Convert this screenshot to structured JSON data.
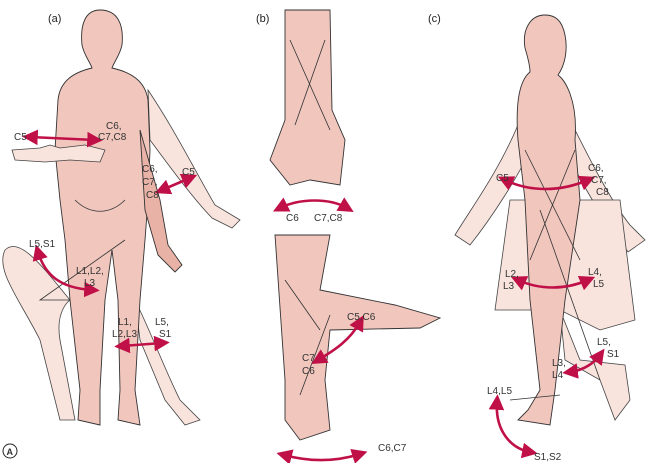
{
  "figure_badge": "A",
  "colors": {
    "arrow": "#c01048",
    "skin": "#f0c6bd",
    "skin_ghost": "#f8e3dd"
  },
  "panels": {
    "a": {
      "label": "(a)",
      "labels": [
        "C5",
        "C6,",
        "C7,C8",
        "C6,",
        "C7,",
        "C8",
        "C5",
        "L5,S1",
        "L1,L2,",
        "L3",
        "L1,",
        "L2,L3",
        "L5,",
        "S1"
      ]
    },
    "b": {
      "label": "(b)",
      "labels": [
        "C6",
        "C7,C8",
        "C5,C6",
        "C7",
        "C6",
        "C6,C7"
      ]
    },
    "c": {
      "label": "(c)",
      "labels": [
        "C5",
        "C6,",
        "C7,",
        "C8",
        "L2,",
        "L3",
        "L4,",
        "L5",
        "L5,",
        "S1",
        "L3,",
        "L4",
        "L4,L5",
        "S1,S2"
      ]
    }
  }
}
